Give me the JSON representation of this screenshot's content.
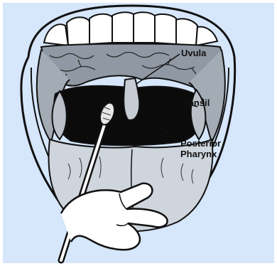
{
  "labels": {
    "uvula": "Uvula",
    "tonsil": "Tonsil",
    "posterior_line1": "Posterior",
    "posterior_line2": "Pharynx"
  },
  "colors": {
    "background": "#d6e6fb",
    "ink": "#111111",
    "throat": "#0b0b0b"
  }
}
